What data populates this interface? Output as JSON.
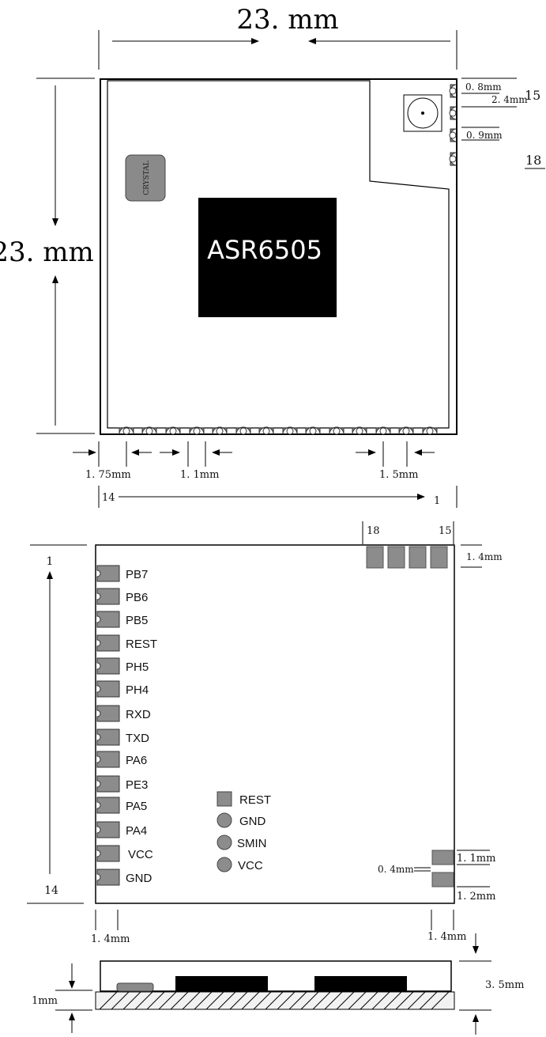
{
  "top_view": {
    "width_label": "23. mm",
    "height_label": "23. mm",
    "chip_label": "ASR6505",
    "crystal_label": "CRYSTAL",
    "pitch_top": "0. 8mm",
    "antenna_offset": "2. 4mm",
    "pad_width_right": "0. 9mm",
    "pin_15": "15",
    "pin_18": "18",
    "edge_offset": "1. 75mm",
    "pad_pitch": "1. 1mm",
    "pad_space": "1. 5mm",
    "pin_14": "14",
    "pin_1": "1"
  },
  "bottom_view": {
    "pin_18": "18",
    "pin_15": "15",
    "top_pad_height": "1. 4mm",
    "pin_1": "1",
    "pin_14": "14",
    "pins": [
      "PB7",
      "PB6",
      "PB5",
      "REST",
      "PH5",
      "PH4",
      "RXD",
      "TXD",
      "PA6",
      "PE3",
      "PA5",
      "PA4",
      "VCC",
      "GND"
    ],
    "legend": [
      "REST",
      "GND",
      "SMIN",
      "VCC"
    ],
    "gap_label": "0. 4mm",
    "right_pad_w": "1. 1mm",
    "right_pad_h": "1. 2mm",
    "left_pad_len": "1. 4mm",
    "right_pad_len": "1. 4mm"
  },
  "side_view": {
    "pcb_thickness": "1mm",
    "total_height": "3. 5mm"
  }
}
